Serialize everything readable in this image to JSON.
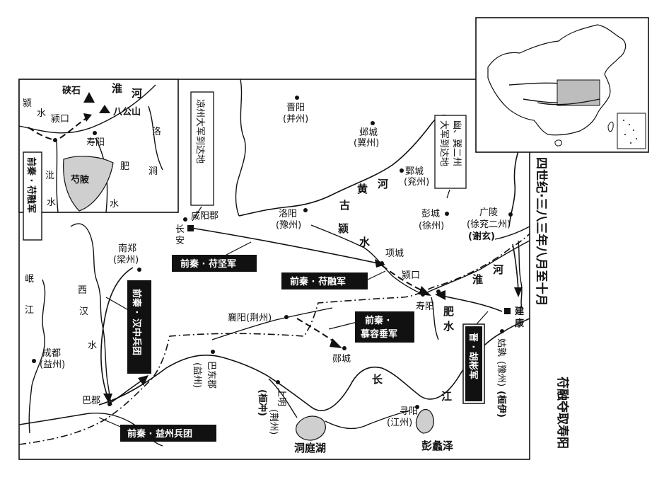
{
  "title": {
    "left_col": "四世纪·三八三年八月至十月",
    "right_col": "苻融夺取寿阳"
  },
  "cities": {
    "jinyang": "晋阳",
    "jinyang_sub": "(并州)",
    "yecheng": "邺城",
    "yecheng_sub": "(冀州)",
    "juancheng": "鄄城",
    "juancheng_sub": "(兖州)",
    "pengcheng": "彭城",
    "pengcheng_sub": "(徐州)",
    "guangling": "广陵",
    "guangling_sub": "(徐兖二州)",
    "guangling_sub2": "(谢玄)",
    "xianyang": "咸阳郡",
    "changan1": "长",
    "changan2": "安",
    "luoyang": "洛阳",
    "luoyang_sub": "(豫州)",
    "xiangcheng": "项城",
    "yingkou": "颍口",
    "shouyang": "寿阳",
    "nanzheng": "南郑",
    "nanzheng_sub": "(梁州)",
    "xiangyang": "襄阳(荆州)",
    "yuncheng": "郧城",
    "jiankang1": "建",
    "jiankang2": "康",
    "chengdu": "成都",
    "chengdu_sub": "(益州)",
    "bajun": "巴郡",
    "badong": "巴东郡",
    "badong_sub": "(益州)",
    "shangming": "上明",
    "shangming_sub": "(荆州)",
    "shangming_sub2": "(桓冲)",
    "gushu": "姑孰",
    "gushu_sub": "(豫州)",
    "gushu_sub2": "(桓伊)",
    "xunyang": "寻阳",
    "xunyang_sub": "(江州)"
  },
  "rivers": {
    "huanghe": [
      "黄",
      "河",
      "古"
    ],
    "yingshui": [
      "颍",
      "水"
    ],
    "huaihe": [
      "淮",
      "河"
    ],
    "feishui": [
      "肥",
      "水"
    ],
    "changjiang": [
      "长",
      "江"
    ],
    "xihan": [
      "西",
      "汉",
      "水"
    ],
    "minjiang": [
      "岷",
      "江"
    ]
  },
  "lakes": {
    "dongting": "洞庭湖",
    "pengli": "彭蠡泽"
  },
  "armies": {
    "fujian": "前秦 · 苻坚军",
    "furong": "前秦 · 苻融军",
    "murong": [
      "前秦 ·",
      "慕容垂军"
    ],
    "hanzhong": [
      "前秦 ·",
      "汉中兵团"
    ],
    "yizhou": "前秦 · 益州兵团",
    "hubin": "晋 · 胡彬军"
  },
  "notes": {
    "liangzhou": "凉州大军到达地",
    "youji": [
      "幽、冀二州",
      "大军到达地"
    ]
  },
  "inset": {
    "huaihe": [
      "淮",
      "河"
    ],
    "yingshui": [
      "颍",
      "水"
    ],
    "xiashi": "硖石",
    "bagongshan": "八公山",
    "yingkou": "颍口",
    "shouyang": "寿阳",
    "luojian": [
      "洛",
      "涧"
    ],
    "feishui": [
      "肥",
      "水"
    ],
    "pishui": [
      "沘",
      "水"
    ],
    "shaobei": "芍陂",
    "furong_army": "前秦 · 苻融军"
  }
}
